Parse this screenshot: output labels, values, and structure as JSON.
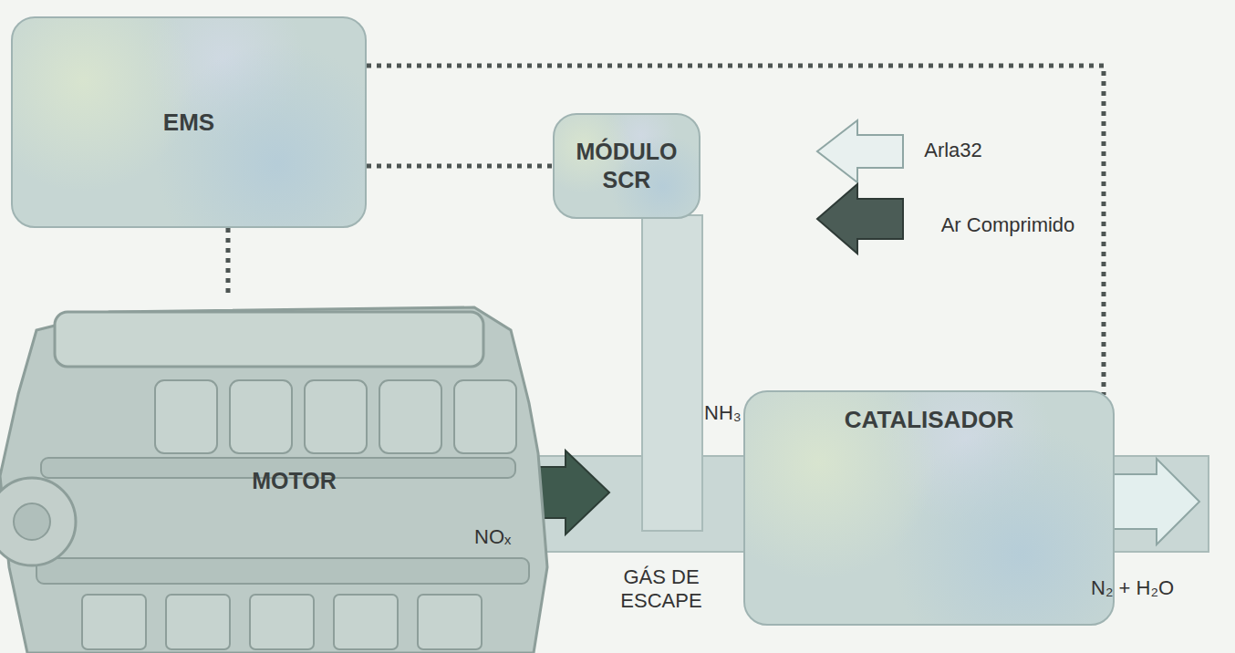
{
  "diagram": {
    "nodes": [
      {
        "text": [
          "EMS"
        ]
      },
      {
        "text": [
          "MÓDULO SCR"
        ]
      },
      {
        "text": [
          "MOTOR"
        ]
      },
      {
        "text": [
          "CATALISADOR"
        ]
      }
    ],
    "edges": [
      {
        "from": 0,
        "to": 1,
        "arrow": "none"
      },
      {
        "from": 0,
        "to": 3,
        "arrow": "none"
      },
      {
        "from": 0,
        "to": 2,
        "arrow": "none"
      }
    ],
    "labels": [
      "Arla32",
      "Ar Comprimido",
      "NH₃",
      "NOₓ",
      "GÁS DE ESCAPE",
      "N₂ + H₂O"
    ]
  }
}
